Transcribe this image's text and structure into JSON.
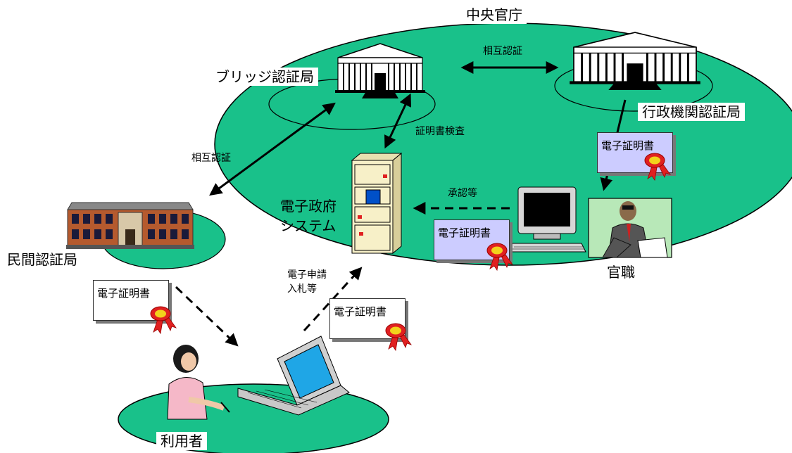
{
  "labels": {
    "central_gov": "中央官庁",
    "bridge_ca": "ブリッジ認証局",
    "gov_agency_ca": "行政機関認証局",
    "mutual_auth_top": "相互認証",
    "mutual_auth_left": "相互認証",
    "cert_verification": "証明書検査",
    "approval": "承認等",
    "egov_system_line1": "電子政府",
    "egov_system_line2": "システム",
    "private_ca": "民間認証局",
    "official": "官職",
    "user": "利用者",
    "e_application_line1": "電子申請",
    "e_application_line2": "入札等"
  },
  "certificates": {
    "label": "電子証明書"
  },
  "colors": {
    "ellipse_green": "#19c18a",
    "cert_blue": "#ccccff",
    "cert_white": "#ffffff",
    "seal_red": "#e02020",
    "seal_yellow": "#f2d21c",
    "monitor_blue": "#1fa6e6",
    "server_beige": "#f7f0c8",
    "building_brown": "#b55a2e"
  },
  "icons": [
    "bridge-ca-building-icon",
    "gov-agency-building-icon",
    "private-ca-building-icon",
    "server-icon",
    "desktop-computer-icon",
    "laptop-icon",
    "official-person-icon",
    "user-person-icon",
    "certificate-icon",
    "seal-icon"
  ]
}
